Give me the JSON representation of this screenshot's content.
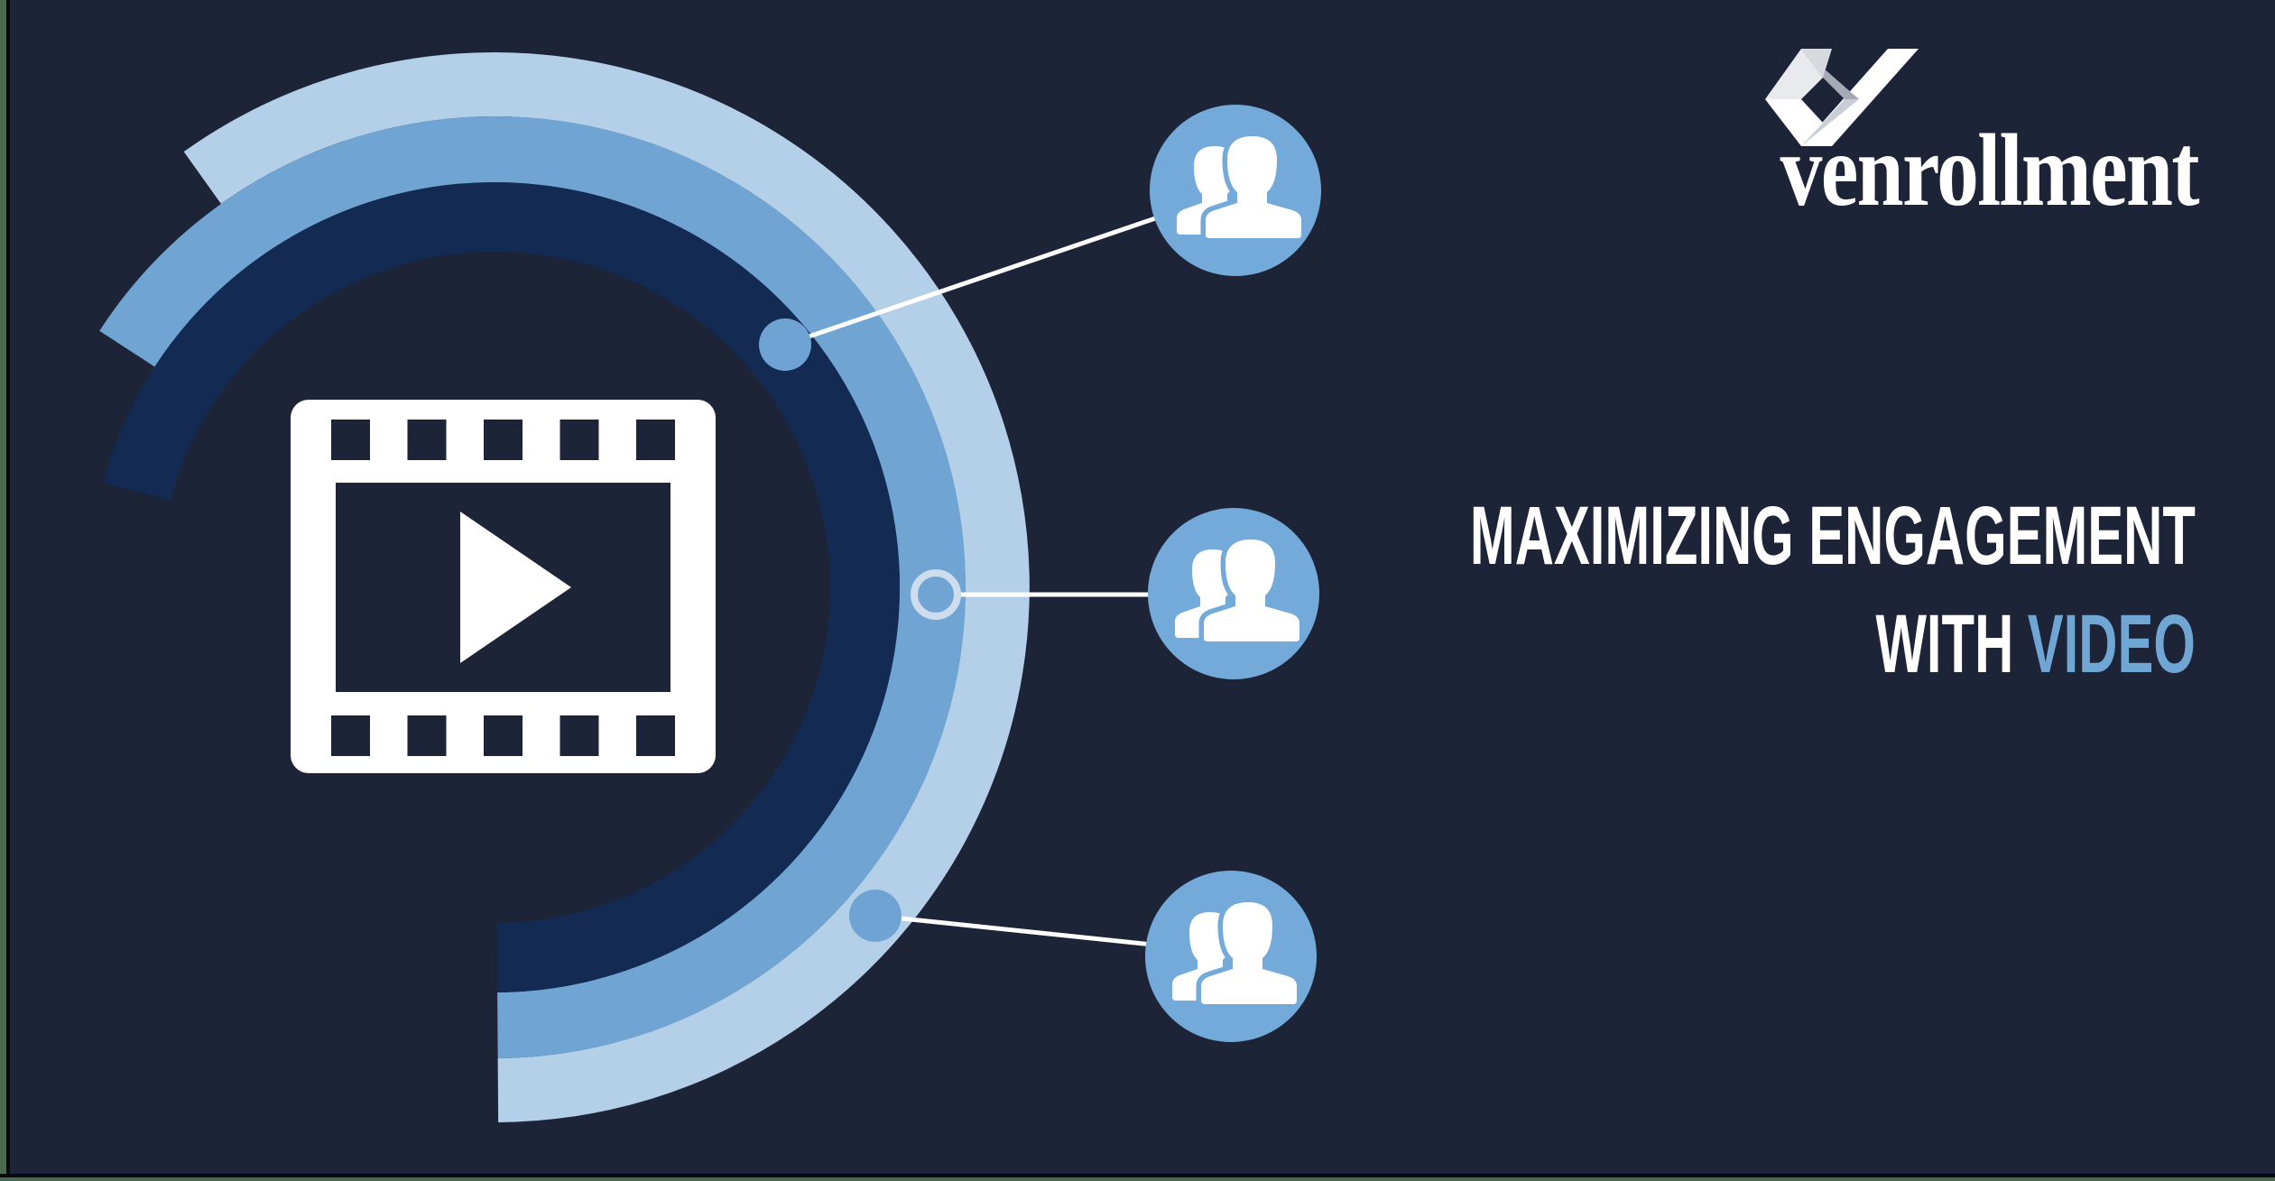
{
  "brand": {
    "name": "venrollment"
  },
  "headline": {
    "line1": "MAXIMIZING ENGAGEMENT",
    "line2_prefix": "WITH",
    "line2_highlight": "VIDEO"
  },
  "graphic": {
    "center_icon": "film-play-icon",
    "arcs": [
      {
        "name": "inner-arc",
        "color": "#132a52"
      },
      {
        "name": "middle-arc",
        "color": "#70a5d3"
      },
      {
        "name": "outer-arc",
        "color": "#b3d0e8"
      }
    ],
    "audience_nodes": [
      {
        "id": 1,
        "connector": "filled-dot",
        "icon": "people-icon"
      },
      {
        "id": 2,
        "connector": "ring",
        "icon": "people-icon"
      },
      {
        "id": 3,
        "connector": "filled-dot",
        "icon": "people-icon"
      }
    ]
  },
  "colors": {
    "background": "#1d2438",
    "arc_dark": "#132a52",
    "arc_medium": "#70a5d3",
    "arc_light": "#b3d0e8",
    "avatar_circle": "#73aad9",
    "node_dot": "#6ea3d4",
    "node_ring_stroke": "#cdddee",
    "connector_line": "#ffffff",
    "headline_text": "#ffffff",
    "headline_accent": "#6fa6d4",
    "logo_text": "#ffffff",
    "edge_green": "#4b6b51",
    "edge_black": "#07090e"
  }
}
